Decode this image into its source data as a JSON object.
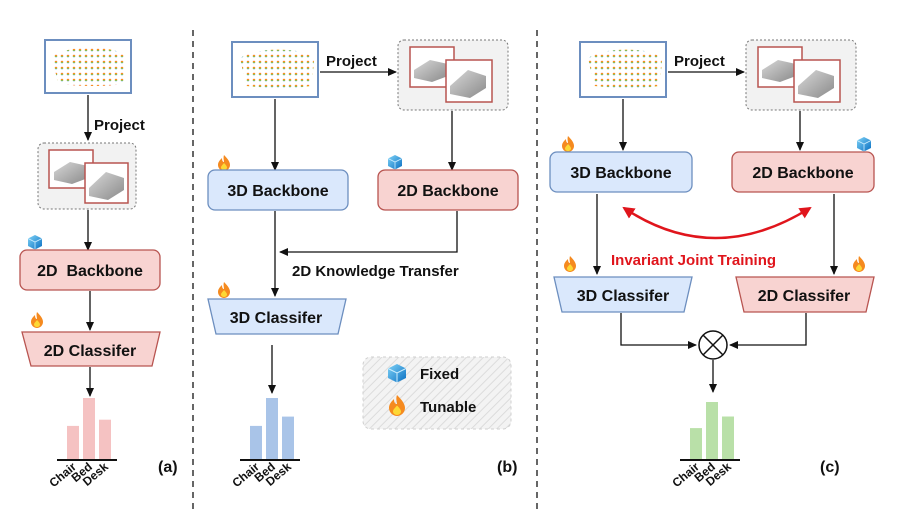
{
  "panels": {
    "a": {
      "tag": "(a)",
      "project": "Project",
      "backbone": "2D  Backbone",
      "classifier": "2D Classifer",
      "categories": [
        "Chair",
        "Bed",
        "Desk"
      ],
      "bar_values": [
        0.55,
        1.0,
        0.65
      ],
      "bar_color": "#f5c2c2"
    },
    "b": {
      "tag": "(b)",
      "project": "Project",
      "backbone3d": "3D Backbone",
      "backbone2d": "2D Backbone",
      "transfer": "2D Knowledge Transfer",
      "classifier": "3D Classifer",
      "legend_fixed": "Fixed",
      "legend_tunable": "Tunable",
      "categories": [
        "Chair",
        "Bed",
        "Desk"
      ],
      "bar_values": [
        0.55,
        1.0,
        0.7
      ],
      "bar_color": "#a9c4e8"
    },
    "c": {
      "tag": "(c)",
      "project": "Project",
      "backbone3d": "3D Backbone",
      "backbone2d": "2D Backbone",
      "joint": "Invariant Joint Training",
      "classifier3d": "3D Classifer",
      "classifier2d": "2D Classifer",
      "categories": [
        "Chair",
        "Bed",
        "Desk"
      ],
      "bar_values": [
        0.55,
        1.0,
        0.75
      ],
      "bar_color": "#b9e0a8"
    }
  },
  "colors": {
    "box2d_fill": "#f8d3d1",
    "box2d_stroke": "#b85450",
    "box3d_fill": "#dae8fc",
    "box3d_stroke": "#6c8ebf",
    "accent_red": "#e0151c"
  },
  "icons": {
    "fixed": "cube-icon",
    "tunable": "flame-icon"
  }
}
